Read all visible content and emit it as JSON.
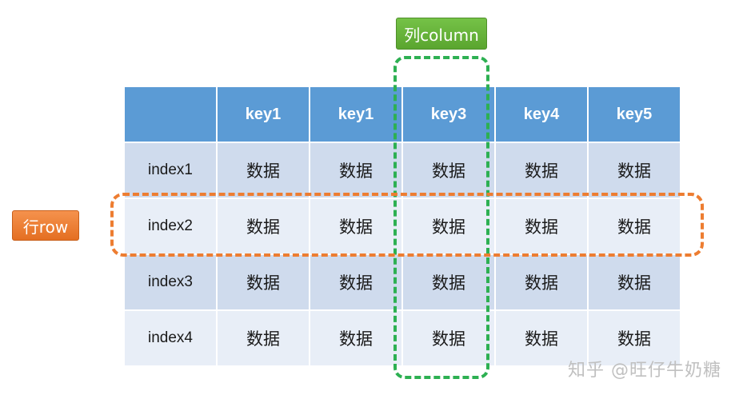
{
  "labels": {
    "column": "列column",
    "row": "行row"
  },
  "table": {
    "corner": "",
    "columns": [
      "key1",
      "key1",
      "key3",
      "key4",
      "key5"
    ],
    "rows": [
      {
        "index": "index1",
        "cells": [
          "数据",
          "数据",
          "数据",
          "数据",
          "数据"
        ]
      },
      {
        "index": "index2",
        "cells": [
          "数据",
          "数据",
          "数据",
          "数据",
          "数据"
        ]
      },
      {
        "index": "index3",
        "cells": [
          "数据",
          "数据",
          "数据",
          "数据",
          "数据"
        ]
      },
      {
        "index": "index4",
        "cells": [
          "数据",
          "数据",
          "数据",
          "数据",
          "数据"
        ]
      }
    ]
  },
  "watermark": "知乎 @旺仔牛奶糖",
  "colors": {
    "header": "#5b9bd5",
    "row_odd": "#cfdbed",
    "row_even": "#e8eef7",
    "column_highlight": "#2db052",
    "row_highlight": "#ed7d31"
  }
}
